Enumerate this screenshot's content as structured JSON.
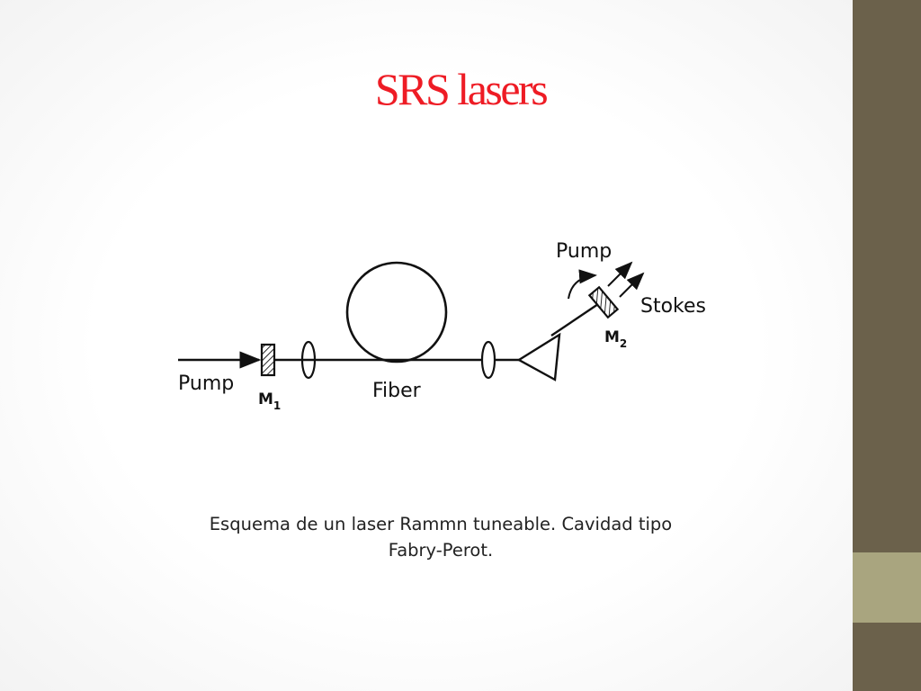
{
  "slide": {
    "title": "SRS lasers",
    "caption": "Esquema de un laser Rammn tuneable. Cavidad tipo Fabry-Perot."
  },
  "diagram": {
    "labels": {
      "pump_in": "Pump",
      "mirror_1": "M",
      "mirror_1_sub": "1",
      "fiber": "Fiber",
      "pump_out": "Pump",
      "stokes": "Stokes",
      "mirror_2": "M",
      "mirror_2_sub": "2"
    }
  },
  "colors": {
    "title": "#ee1c25",
    "sidebar_dark": "#6b614b",
    "sidebar_light": "#a9a57f"
  }
}
